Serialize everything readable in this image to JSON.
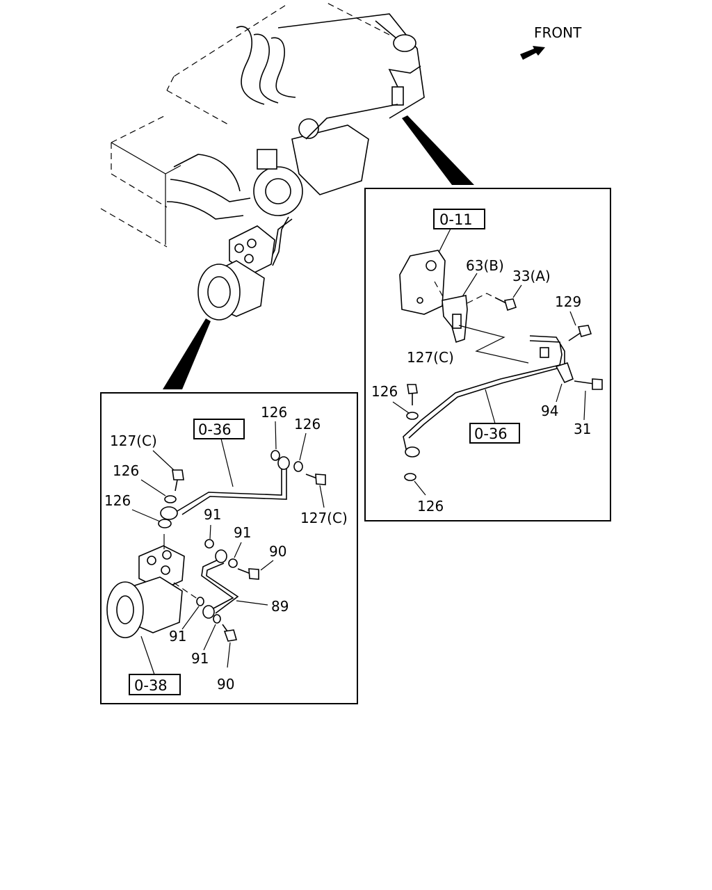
{
  "header": {
    "direction_label": "FRONT"
  },
  "overview": {},
  "detail_right": {
    "refs": {
      "bracket": "0-11",
      "pipe": "0-36"
    },
    "labels": {
      "bracket_63b": "63(B)",
      "bolt_33a": "33(A)",
      "bolt_129": "129",
      "bolt_127c": "127(C)",
      "washer_126_upper": "126",
      "clip_94": "94",
      "bolt_31": "31",
      "washer_126_lower": "126"
    }
  },
  "detail_left": {
    "refs": {
      "pipe": "0-36",
      "compressor": "0-38"
    },
    "labels": {
      "bolt_127c_left": "127(C)",
      "washer_126_a": "126",
      "washer_126_b": "126",
      "washer_126_top1": "126",
      "washer_126_top2": "126",
      "bolt_127c_right": "127(C)",
      "gasket_91_a": "91",
      "gasket_91_b": "91",
      "bolt_90_upper": "90",
      "pipe_89": "89",
      "gasket_91_c": "91",
      "gasket_91_d": "91",
      "bolt_90_lower": "90"
    }
  }
}
